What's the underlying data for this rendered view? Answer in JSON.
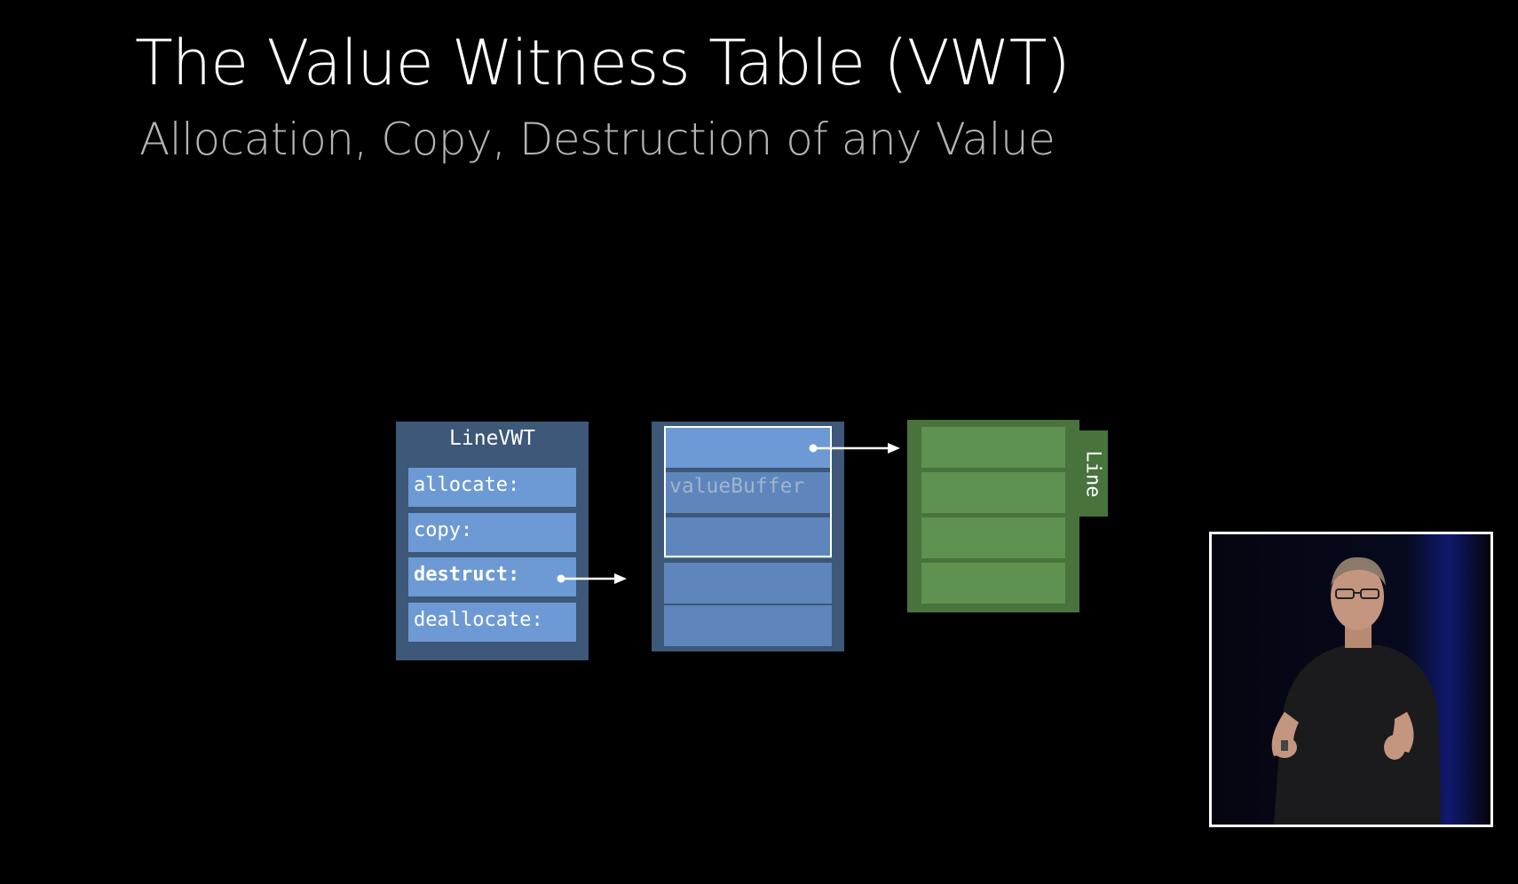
{
  "slide": {
    "title": "The Value Witness Table (VWT)",
    "subtitle": "Allocation, Copy, Destruction of any Value"
  },
  "diagram": {
    "vwt": {
      "title": "LineVWT",
      "rows": [
        "allocate:",
        "copy:",
        "destruct:",
        "deallocate:"
      ],
      "highlighted_row": "destruct:"
    },
    "value_buffer": {
      "label": "valueBuffer"
    },
    "line": {
      "label": "Line"
    }
  },
  "colors": {
    "background": "#000000",
    "table_bg": "#3d5878",
    "cell_blue": "#6d9ad4",
    "cell_blue_dim": "#5e86bc",
    "green_bg": "#48733d",
    "green_cell": "#5f9150"
  },
  "presenter_inset": {
    "icon": "presenter-video"
  }
}
